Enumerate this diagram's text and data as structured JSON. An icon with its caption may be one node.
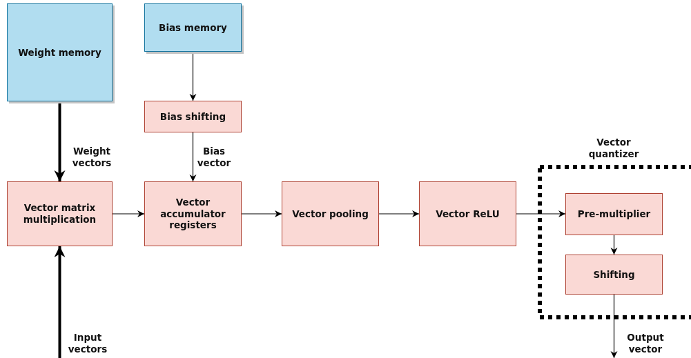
{
  "diagram": {
    "nodes": [
      {
        "text": [
          "Weight memory"
        ]
      },
      {
        "text": [
          "Bias memory"
        ]
      },
      {
        "text": [
          "Bias shifting"
        ]
      },
      {
        "text": [
          "Vector matrix multiplication"
        ]
      },
      {
        "text": [
          "Vector accumulator registers"
        ]
      },
      {
        "text": [
          "Vector pooling"
        ]
      },
      {
        "text": [
          "Vector ReLU"
        ]
      },
      {
        "text": [
          "Vector quantizer"
        ]
      },
      {
        "text": [
          "Pre-multiplier"
        ],
        "in": 7
      },
      {
        "text": [
          "Shifting"
        ],
        "in": 7
      }
    ],
    "edges": [
      {
        "from": 0,
        "to": 3,
        "arrow": "to",
        "label": "Weight vectors",
        "style": "thick"
      },
      {
        "from": 1,
        "to": 2,
        "arrow": "to"
      },
      {
        "from": 2,
        "to": 4,
        "arrow": "to",
        "label": "Bias vector"
      },
      {
        "from": 3,
        "to": 4,
        "arrow": "to"
      },
      {
        "from": 4,
        "to": 5,
        "arrow": "to"
      },
      {
        "from": 5,
        "to": 6,
        "arrow": "to"
      },
      {
        "from": 6,
        "to": 8,
        "arrow": "to"
      },
      {
        "from": 8,
        "to": 9,
        "arrow": "to"
      },
      {
        "from": null,
        "to": 3,
        "arrow": "to",
        "label": "Input vectors",
        "style": "thick"
      },
      {
        "from": 9,
        "to": null,
        "arrow": "to",
        "label": "Output vector"
      }
    ]
  }
}
